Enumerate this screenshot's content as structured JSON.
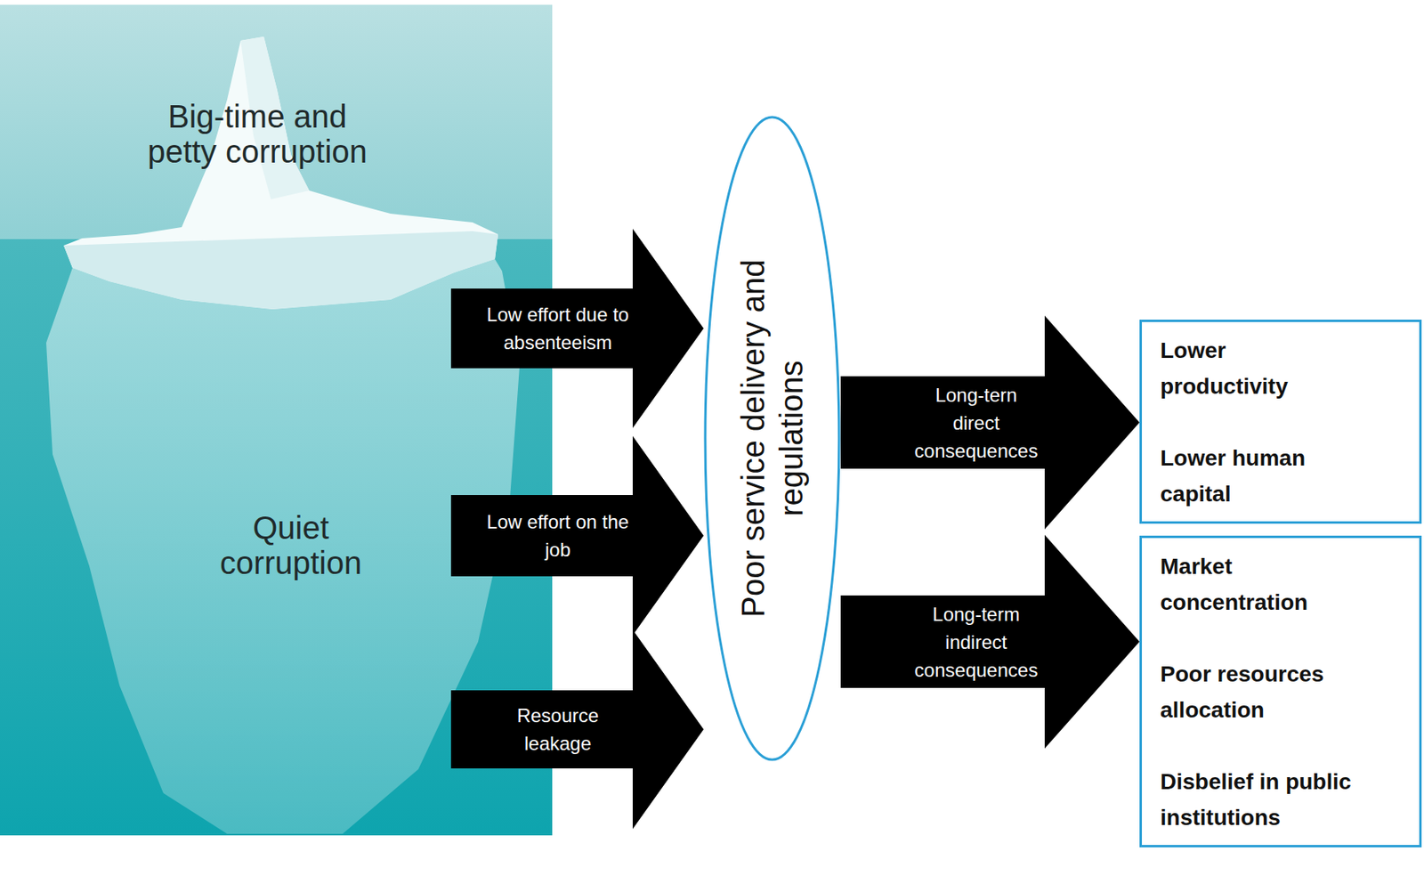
{
  "diagram": {
    "nodes": [
      {
        "text": [
          "Big-time and petty corruption",
          "Quiet corruption"
        ]
      },
      {
        "text": [
          "Poor service delivery and regulations"
        ]
      },
      {
        "text": [
          "Lower productivity",
          "Lower human capital"
        ]
      },
      {
        "text": [
          "Market concentration",
          "Poor resources allocation",
          "Disbelief in public institutions"
        ]
      }
    ],
    "edges": [
      {
        "from": 0,
        "to": 1,
        "label": "Low effort due to absenteeism",
        "arrow": "to"
      },
      {
        "from": 0,
        "to": 1,
        "label": "Low effort on the job",
        "arrow": "to"
      },
      {
        "from": 0,
        "to": 1,
        "label": "Resource leakage",
        "arrow": "to"
      },
      {
        "from": 1,
        "to": 2,
        "label": "Long-tern direct consequences",
        "arrow": "to"
      },
      {
        "from": 1,
        "to": 3,
        "label": "Long-term indirect consequences",
        "arrow": "to"
      }
    ]
  }
}
